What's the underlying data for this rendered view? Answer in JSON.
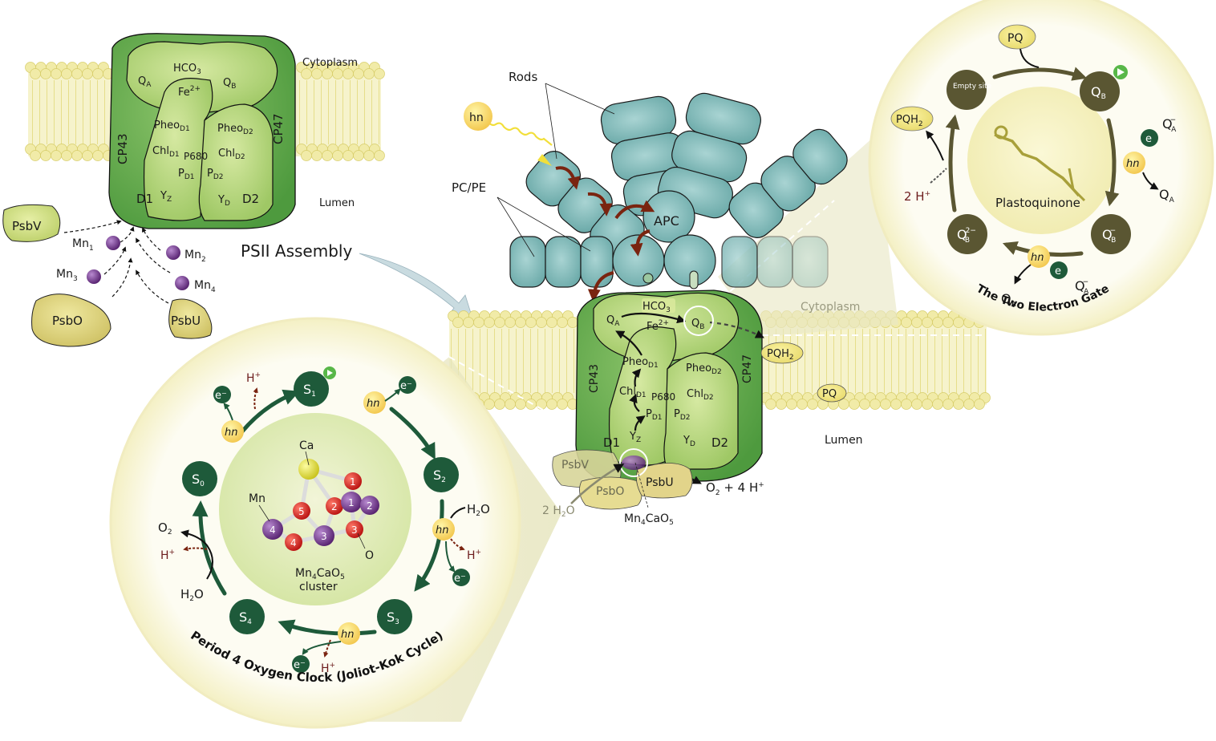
{
  "colors": {
    "membrane": "#f3f1c4",
    "lipid_head": "#efe9a8",
    "protein_light": "#b7d67a",
    "protein_mid": "#9ccc62",
    "protein_dark": "#5fa846",
    "phycobilisome": "#7fb8b7",
    "transfer_arrow": "#7a2410",
    "oxygen_clock_node": "#1e5a3a",
    "gate_node": "#5a5632",
    "photon": "#f6d96a",
    "mn_atom": "#6a2d86",
    "o_atom": "#cc1f1f",
    "ca_atom": "#e8e437",
    "proton_text": "#6e1e1e",
    "play_badge": "#58b748"
  },
  "assembly_panel": {
    "cytoplasm": "Cytoplasm",
    "lumen": "Lumen",
    "proteins": {
      "cp43": "CP43",
      "cp47": "CP47",
      "d1": "D1",
      "d2": "D2"
    },
    "cofactors": {
      "hco3": "HCO",
      "hco3_sub": "3",
      "hco3_sup": "−",
      "fe": "Fe",
      "fe_sup": "2+",
      "qa": "Q",
      "qa_sub": "A",
      "qb": "Q",
      "qb_sub": "B",
      "pheo_d1": "Pheo",
      "pheo_d1_sub": "D1",
      "pheo_d2": "Pheo",
      "pheo_d2_sub": "D2",
      "chl_d1": "Chl",
      "chl_d1_sub": "D1",
      "chl_d2": "Chl",
      "chl_d2_sub": "D2",
      "p680": "P680",
      "pd1": "P",
      "pd1_sub": "D1",
      "pd2": "P",
      "pd2_sub": "D2",
      "yz": "Y",
      "yz_sub": "Z",
      "yd": "Y",
      "yd_sub": "D"
    },
    "subunits": {
      "psbv": "PsbV",
      "psbo": "PsbO",
      "psbu": "PsbU"
    },
    "mn_ions": [
      {
        "label": "Mn",
        "sub": "1"
      },
      {
        "label": "Mn",
        "sub": "2"
      },
      {
        "label": "Mn",
        "sub": "3"
      },
      {
        "label": "Mn",
        "sub": "4"
      }
    ],
    "assembly_label": "PSII Assembly"
  },
  "main_panel": {
    "photon": "hn",
    "rods_label": "Rods",
    "pcpe_label": "PC/PE",
    "apc_label": "APC",
    "cytoplasm": "Cytoplasm",
    "lumen": "Lumen",
    "pqh2": "PQH",
    "pqh2_sub": "2",
    "pq": "PQ",
    "water": "2 H",
    "water_sub": "2",
    "water_o": "O",
    "products": "O",
    "products_sub": "2",
    "products_rest": "+ 4 H",
    "products_sup": "+",
    "cluster": "Mn",
    "cluster_sub1": "4",
    "cluster_mid": "CaO",
    "cluster_sub2": "5"
  },
  "oxygen_clock": {
    "title": "Period 4 Oxygen Clock (Joliot-Kok Cycle)",
    "states": [
      {
        "label": "S",
        "sub": "0"
      },
      {
        "label": "S",
        "sub": "1",
        "start": true
      },
      {
        "label": "S",
        "sub": "2"
      },
      {
        "label": "S",
        "sub": "3"
      },
      {
        "label": "S",
        "sub": "4"
      }
    ],
    "photon": "hn",
    "electron": "e⁻",
    "proton": "H",
    "proton_sup": "+",
    "water": "H",
    "water_sub": "2",
    "water_o": "O",
    "oxygen": "O",
    "oxygen_sub": "2",
    "cluster_label_1": "Mn",
    "cluster_label_1_sub": "4",
    "cluster_label_1_mid": "CaO",
    "cluster_label_1_sub2": "5",
    "cluster_label_2": "cluster",
    "atom_labels": {
      "ca": "Ca",
      "mn": "Mn",
      "o": "O"
    },
    "atoms_mn": [
      "1",
      "2",
      "3",
      "4"
    ],
    "atoms_o": [
      "1",
      "2",
      "3",
      "4",
      "5"
    ]
  },
  "electron_gate": {
    "title": "The Two Electron Gate",
    "states": [
      {
        "label": "Empty site"
      },
      {
        "label": "Q",
        "sub": "B",
        "start": true
      },
      {
        "label": "Q",
        "sub": "B",
        "sup": "−"
      },
      {
        "label": "Q",
        "sub": "B",
        "sup": "2−"
      }
    ],
    "pq": "PQ",
    "pqh2": "PQH",
    "pqh2_sub": "2",
    "protons": "2 H",
    "protons_sup": "+",
    "photon": "hn",
    "electron": "e",
    "qa_minus": "Q",
    "qa_minus_sub": "A",
    "qa_minus_sup": "−",
    "qa": "Q",
    "qa_sub": "A",
    "center_label": "Plastoquinone"
  }
}
